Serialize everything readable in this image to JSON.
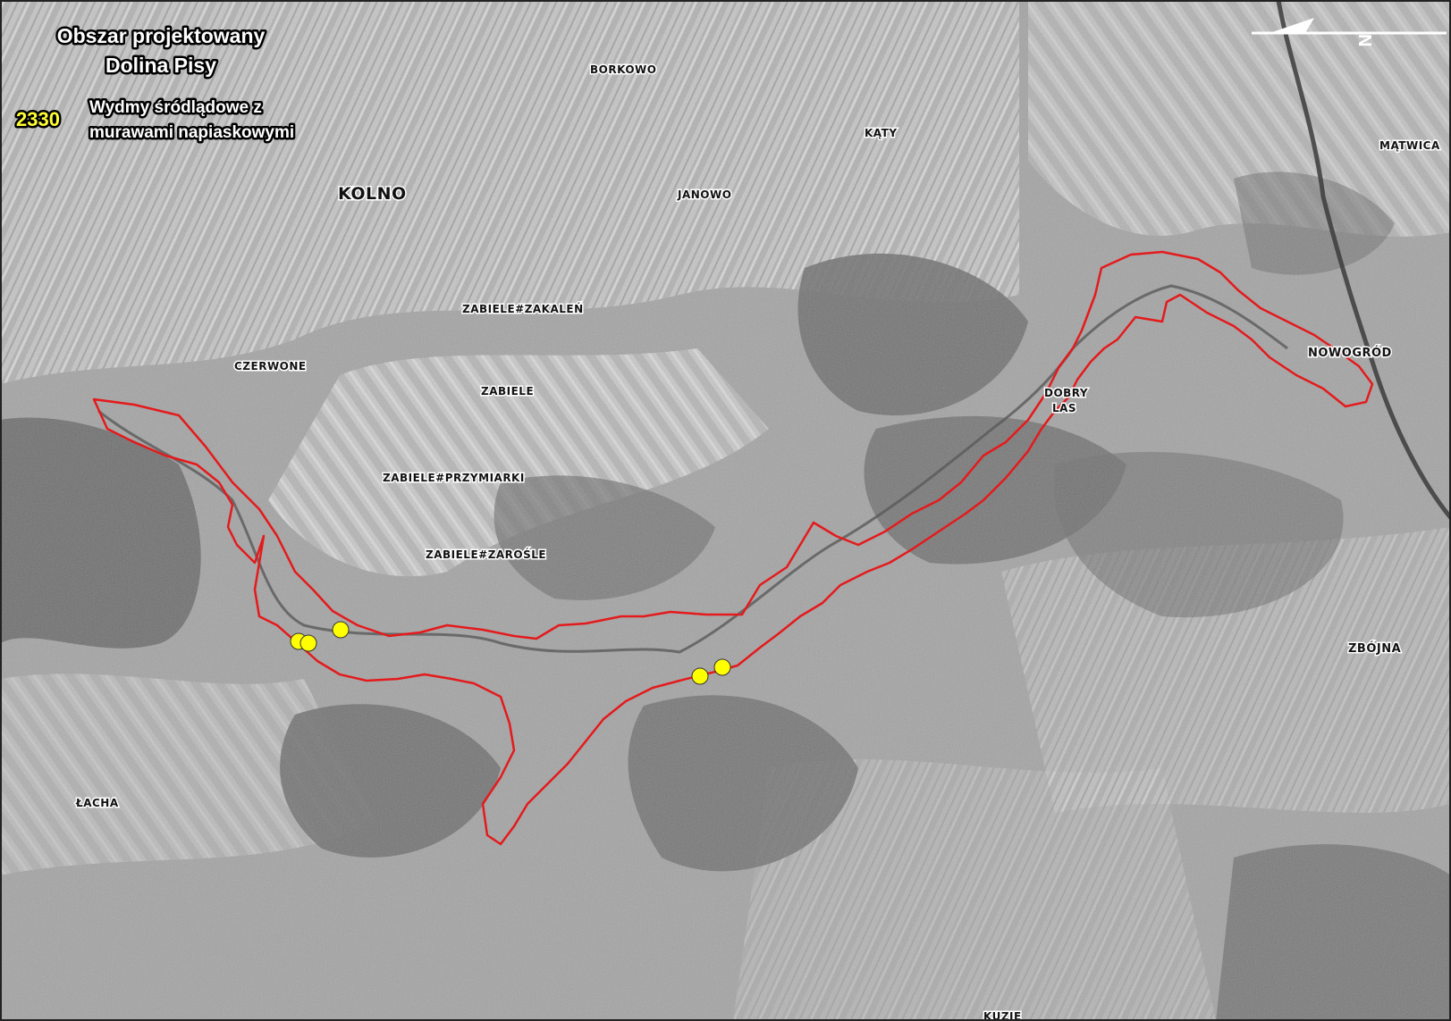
{
  "legend": {
    "title_line1": "Obszar projektowany",
    "title_line2": "Dolina Pisy",
    "habitat_code": "2330",
    "habitat_line1": "Wydmy śródlądowe z",
    "habitat_line2": "murawami napiaskowymi"
  },
  "north_arrow": {
    "label": "N"
  },
  "places": {
    "borkowo": "BORKOWO",
    "katy": "KĄTY",
    "matwica": "MĄTWICA",
    "kolno": "KOLNO",
    "janowo": "JANOWO",
    "zabiele_zakalen": "ZABIELE#ZAKALEŃ",
    "czerwone": "CZERWONE",
    "zabiele": "ZABIELE",
    "nowogrod": "NOWOGRÓD",
    "dobry": "DOBRY",
    "las": "LAS",
    "zabiele_przymiarki": "ZABIELE#PRZYMIARKI",
    "zabiele_zarosle": "ZABIELE#ZAROŚLE",
    "zbojna": "ZBÓJNA",
    "lacha": "ŁACHA",
    "kuzie": "KUZIE"
  },
  "colors": {
    "boundary": "#e41a1c",
    "site_marker": "#ffff00",
    "imagery_base": "#9a9a9a"
  }
}
